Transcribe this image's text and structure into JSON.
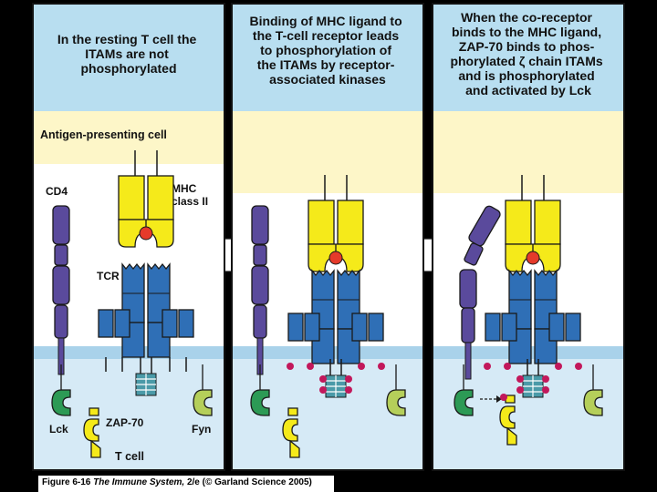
{
  "panels": [
    {
      "header": [
        "In the resting T cell the",
        "ITAMs are not",
        "phosphorylated"
      ]
    },
    {
      "header": [
        "Binding of MHC ligand to",
        "the T-cell receptor leads",
        "to phosphorylation of",
        "the ITAMs by receptor-",
        "associated kinases"
      ]
    },
    {
      "header": [
        "When the co-receptor",
        "binds to the MHC ligand,",
        "ZAP-70 binds to phos-",
        "phorylated ζ chain ITAMs",
        "and is phosphorylated",
        "and activated by Lck"
      ]
    }
  ],
  "labels": {
    "apc": "Antigen-presenting cell",
    "cd4": "CD4",
    "mhc1": "MHC",
    "mhc2": "class II",
    "tcr": "TCR",
    "lck": "Lck",
    "zap70": "ZAP-70",
    "fyn": "Fyn",
    "tcell": "T cell"
  },
  "caption": {
    "figure": "Figure 6-16",
    "book": "The Immune System,",
    "edition": "2/e",
    "credit": "(© Garland Science 2005)"
  },
  "colors": {
    "header_bg": "#b8def0",
    "apc_bg": "#fdf6c8",
    "tcell_bg": "#d6eaf6",
    "cd4": "#5a4a9c",
    "mhc": "#f5ea1a",
    "peptide": "#e53a2a",
    "tcr": "#2f6fb6",
    "lck": "#2c9a55",
    "zap70": "#f5ea1a",
    "fyn": "#b5cf5a",
    "phosphate": "#c2185b",
    "itam": "#4a9aa8"
  }
}
